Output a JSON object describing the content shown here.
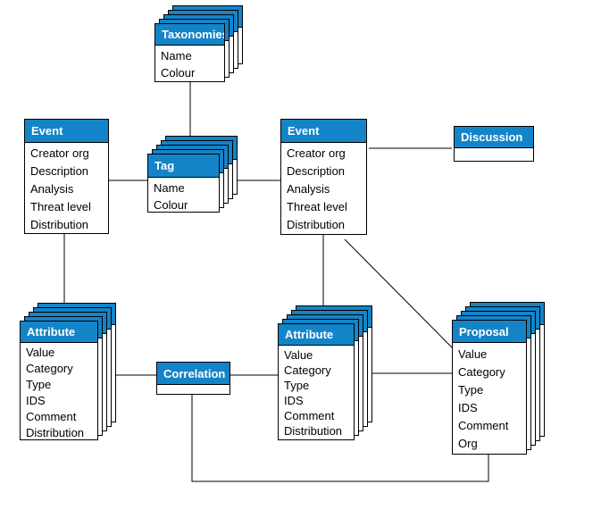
{
  "diagram": {
    "colors": {
      "header_bg": "#1484c8",
      "header_text": "#ffffff",
      "card_bg": "#ffffff",
      "border": "#000000",
      "line": "#000000"
    },
    "entities": {
      "taxonomies": {
        "title": "Taxonomies",
        "stacked": true,
        "fields": [
          "Name",
          "Colour"
        ]
      },
      "event_left": {
        "title": "Event",
        "stacked": false,
        "fields": [
          "Creator org",
          "Description",
          "Analysis",
          "Threat level",
          "Distribution"
        ]
      },
      "tag": {
        "title": "Tag",
        "stacked": true,
        "fields": [
          "Name",
          "Colour"
        ]
      },
      "event_right": {
        "title": "Event",
        "stacked": false,
        "fields": [
          "Creator org",
          "Description",
          "Analysis",
          "Threat level",
          "Distribution"
        ]
      },
      "discussion": {
        "title": "Discussion",
        "stacked": false,
        "fields": []
      },
      "attribute_left": {
        "title": "Attribute",
        "stacked": true,
        "fields": [
          "Value",
          "Category",
          "Type",
          "IDS",
          "Comment",
          "Distribution"
        ]
      },
      "correlation": {
        "title": "Correlation",
        "stacked": false,
        "fields": []
      },
      "attribute_middle": {
        "title": "Attribute",
        "stacked": true,
        "fields": [
          "Value",
          "Category",
          "Type",
          "IDS",
          "Comment",
          "Distribution"
        ]
      },
      "proposal": {
        "title": "Proposal",
        "stacked": true,
        "fields": [
          "Value",
          "Category",
          "Type",
          "IDS",
          "Comment",
          "Org"
        ]
      }
    },
    "connections": [
      {
        "from": "taxonomies",
        "to": "tag"
      },
      {
        "from": "event_left",
        "to": "tag"
      },
      {
        "from": "tag",
        "to": "event_right"
      },
      {
        "from": "event_right",
        "to": "discussion"
      },
      {
        "from": "event_left",
        "to": "attribute_left"
      },
      {
        "from": "event_right",
        "to": "attribute_middle"
      },
      {
        "from": "event_right",
        "to": "proposal"
      },
      {
        "from": "attribute_left",
        "to": "correlation"
      },
      {
        "from": "correlation",
        "to": "attribute_middle"
      },
      {
        "from": "attribute_middle",
        "to": "proposal"
      },
      {
        "from": "correlation",
        "to": "proposal"
      }
    ]
  }
}
